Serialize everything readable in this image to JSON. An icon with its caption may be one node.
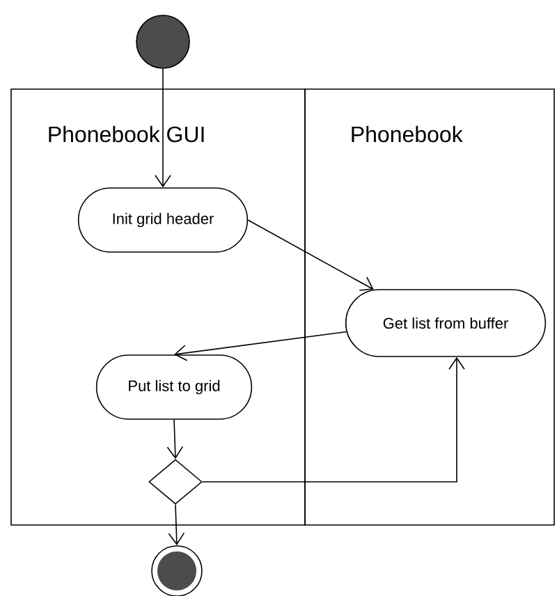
{
  "diagram": {
    "nodes": [
      {
        "text": [],
        "shape": "circle"
      },
      {
        "text": [
          "Phonebook GUI"
        ]
      },
      {
        "text": [
          "Phonebook"
        ]
      },
      {
        "text": [
          "Init grid header"
        ],
        "in": 1
      },
      {
        "text": [
          "Get list from buffer"
        ],
        "in": 2
      },
      {
        "text": [
          "Put list to grid"
        ],
        "in": 1
      },
      {
        "text": [],
        "shape": "diamond",
        "in": 1
      },
      {
        "text": [],
        "shape": "circle"
      }
    ],
    "edges": [
      {
        "from": 0,
        "to": 3,
        "arrow": "to"
      },
      {
        "from": 3,
        "to": 4,
        "arrow": "to"
      },
      {
        "from": 4,
        "to": 5,
        "arrow": "to"
      },
      {
        "from": 5,
        "to": 6,
        "arrow": "to"
      },
      {
        "from": 6,
        "to": 4,
        "arrow": "to"
      },
      {
        "from": 6,
        "to": 7,
        "arrow": "to"
      }
    ]
  }
}
